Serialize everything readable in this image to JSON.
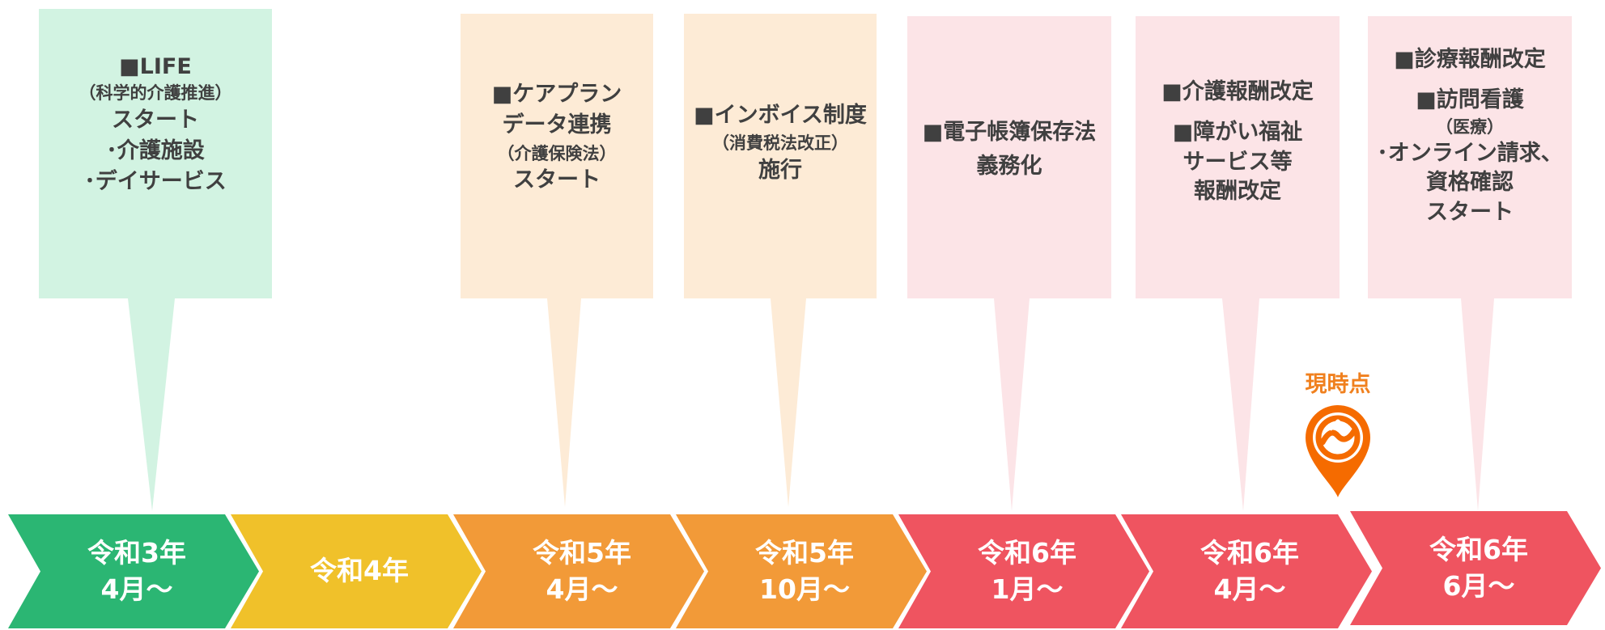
{
  "callouts": [
    {
      "lines": [
        "■LIFE",
        "（科学的介護推進）",
        "スタート",
        "･介護施設",
        "･デイサービス"
      ]
    },
    {
      "lines": [
        "■ケアプラン",
        "データ連携",
        "（介護保険法）",
        "スタート"
      ]
    },
    {
      "lines": [
        "■インボイス制度",
        "（消費税法改正）",
        "施行"
      ]
    },
    {
      "lines": [
        "■電子帳簿保存法",
        "義務化"
      ]
    },
    {
      "lines": [
        "■介護報酬改定",
        "■障がい福祉",
        "サービス等",
        "報酬改定"
      ]
    },
    {
      "lines": [
        "■診療報酬改定",
        "■訪問看護",
        "（医療）",
        "･オンライン請求、",
        "資格確認",
        "スタート"
      ]
    }
  ],
  "timeline": [
    {
      "line1": "令和3年",
      "line2": "4月～",
      "color": "#2bb673"
    },
    {
      "line1": "令和4年",
      "line2": "",
      "color": "#f0c12a"
    },
    {
      "line1": "令和5年",
      "line2": "4月～",
      "color": "#f29a38"
    },
    {
      "line1": "令和5年",
      "line2": "10月～",
      "color": "#f29a38"
    },
    {
      "line1": "令和6年",
      "line2": "1月～",
      "color": "#ef5460"
    },
    {
      "line1": "令和6年",
      "line2": "4月～",
      "color": "#ef5460"
    },
    {
      "line1": "令和6年",
      "line2": "6月～",
      "color": "#ef5460"
    }
  ],
  "current_marker": {
    "label": "現時点",
    "icon": "location-pin-icon",
    "color": "#f56b00"
  },
  "colors": {
    "green_light": "#d2f3e2",
    "orange_light": "#fdebd6",
    "pink_light": "#fce4e7",
    "text": "#404040"
  }
}
